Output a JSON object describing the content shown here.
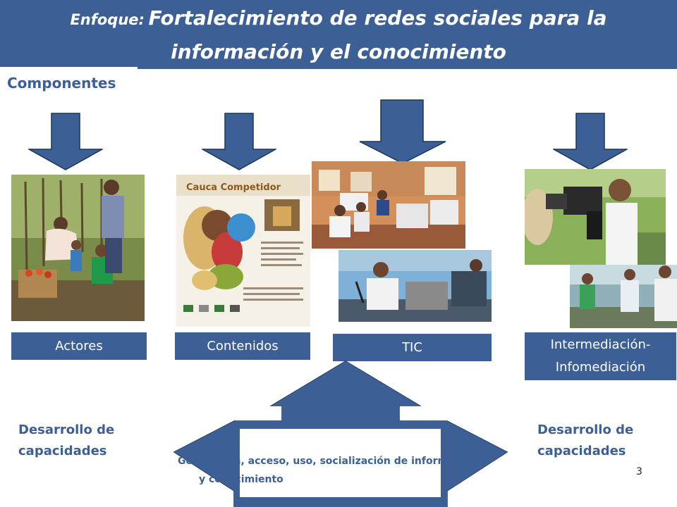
{
  "slide": {
    "title_prefix": "Enfoque:",
    "title_main_1": "Fortalecimiento  de redes sociales para la",
    "title_main_2": "información y el conocimiento",
    "components_heading": "Componentes",
    "page_number": "3"
  },
  "components": {
    "actores": "Actores",
    "contenidos": "Contenidos",
    "tic": "TIC",
    "intermediacion_1": "Intermediación-",
    "intermediacion_2": "Infomediación"
  },
  "capacities": {
    "left_1": "Desarrollo de",
    "left_2": "capacidades",
    "right_1": "Desarrollo de",
    "right_2": "capacidades"
  },
  "bottom": {
    "line_1": "Generación, acceso, uso, socialización  de información",
    "line_2": "y conocimiento"
  },
  "brochure": {
    "title": "Cauca Competidor"
  },
  "colors": {
    "primary_blue": "#3C5F95",
    "text_white": "#FFFFFF"
  }
}
